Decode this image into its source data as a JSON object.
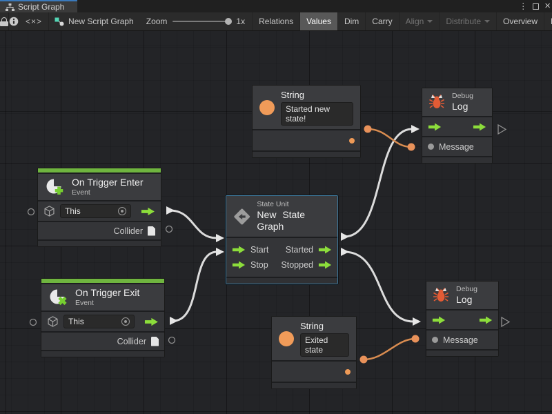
{
  "tab": {
    "title": "Script Graph"
  },
  "window_controls": {
    "menu_glyph": "⋮",
    "close_glyph": "×"
  },
  "toolbar": {
    "variables_glyph": "<×>",
    "graph_name": "New Script Graph",
    "zoom_label": "Zoom",
    "zoom_value": "1x",
    "buttons": [
      {
        "label": "Relations",
        "state": "normal"
      },
      {
        "label": "Values",
        "state": "active"
      },
      {
        "label": "Dim",
        "state": "normal"
      },
      {
        "label": "Carry",
        "state": "normal"
      },
      {
        "label": "Align",
        "state": "disabled",
        "dropdown": true
      },
      {
        "label": "Distribute",
        "state": "disabled",
        "dropdown": true
      },
      {
        "label": "Overview",
        "state": "normal"
      },
      {
        "label": "Full Scr",
        "state": "normal"
      }
    ]
  },
  "nodes": {
    "string_top": {
      "title": "String",
      "value": "Started new state!"
    },
    "string_bottom": {
      "title": "String",
      "value": "Exited state"
    },
    "debug_top": {
      "category": "Debug",
      "title": "Log",
      "input_label": "Message"
    },
    "debug_bottom": {
      "category": "Debug",
      "title": "Log",
      "input_label": "Message"
    },
    "trigger_enter": {
      "title": "On Trigger Enter",
      "subtitle": "Event",
      "target_value": "This",
      "output_label": "Collider"
    },
    "trigger_exit": {
      "title": "On Trigger Exit",
      "subtitle": "Event",
      "target_value": "This",
      "output_label": "Collider"
    },
    "state_unit": {
      "category": "State Unit",
      "title": "New State Graph",
      "inputs": [
        "Start",
        "Stop"
      ],
      "outputs": [
        "Started",
        "Stopped"
      ]
    }
  },
  "colors": {
    "flow_green": "#8cdd3b",
    "value_orange": "#ee9a57",
    "selection_blue": "#3e7a9e",
    "event_green": "#6fb53f",
    "bug_orange": "#e25b35",
    "wire_white": "#dcdcdc",
    "wire_orange": "#d98c50"
  }
}
